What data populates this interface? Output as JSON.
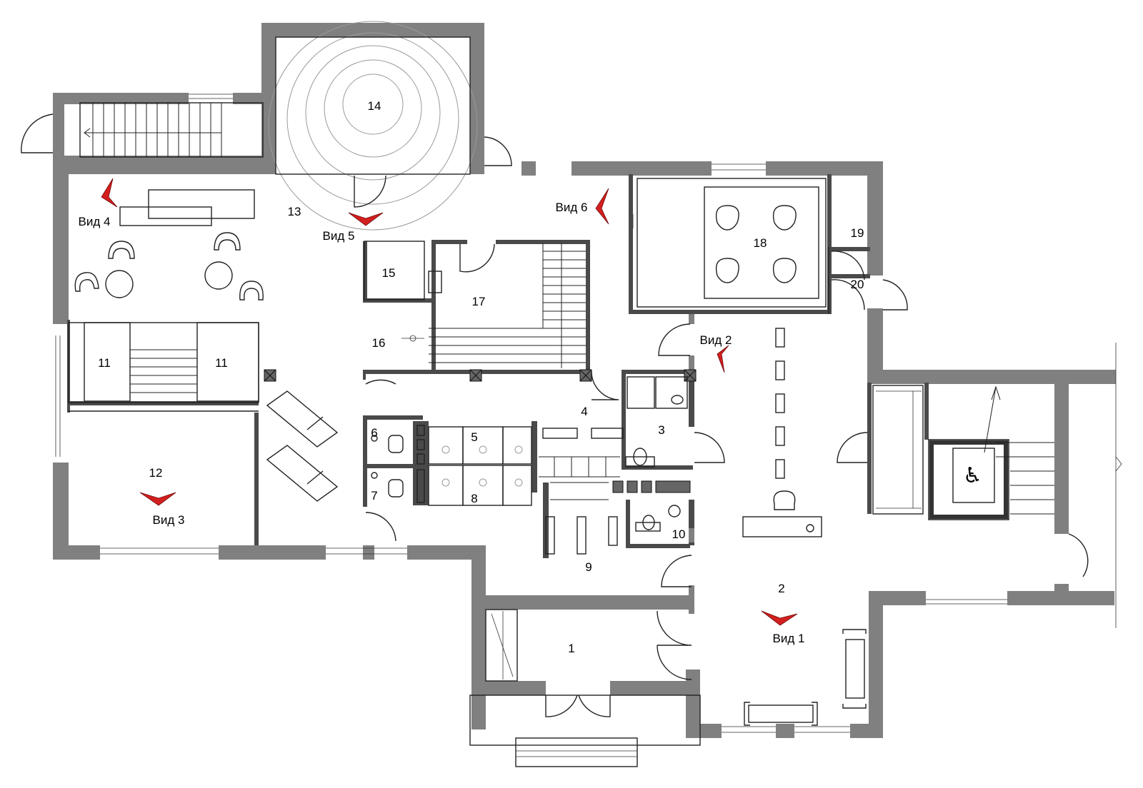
{
  "plan": {
    "rooms": [
      {
        "id": "1",
        "label": "1"
      },
      {
        "id": "2",
        "label": "2"
      },
      {
        "id": "3",
        "label": "3"
      },
      {
        "id": "4",
        "label": "4"
      },
      {
        "id": "5",
        "label": "5"
      },
      {
        "id": "6",
        "label": "6"
      },
      {
        "id": "7",
        "label": "7"
      },
      {
        "id": "8",
        "label": "8"
      },
      {
        "id": "9",
        "label": "9"
      },
      {
        "id": "10",
        "label": "10"
      },
      {
        "id": "11a",
        "label": "11"
      },
      {
        "id": "11b",
        "label": "11"
      },
      {
        "id": "12",
        "label": "12"
      },
      {
        "id": "13",
        "label": "13"
      },
      {
        "id": "14",
        "label": "14"
      },
      {
        "id": "15",
        "label": "15"
      },
      {
        "id": "16",
        "label": "16"
      },
      {
        "id": "17",
        "label": "17"
      },
      {
        "id": "18",
        "label": "18"
      },
      {
        "id": "19",
        "label": "19"
      },
      {
        "id": "20",
        "label": "20"
      }
    ],
    "views": [
      {
        "id": "v1",
        "label": "Вид 1"
      },
      {
        "id": "v2",
        "label": "Вид 2"
      },
      {
        "id": "v3",
        "label": "Вид 3"
      },
      {
        "id": "v4",
        "label": "Вид 4"
      },
      {
        "id": "v5",
        "label": "Вид 5"
      },
      {
        "id": "v6",
        "label": "Вид 6"
      }
    ],
    "colors": {
      "wall": "#808080",
      "marker": "#d41f1f",
      "line": "#222222"
    },
    "icons": [
      "wheelchair-icon"
    ]
  }
}
